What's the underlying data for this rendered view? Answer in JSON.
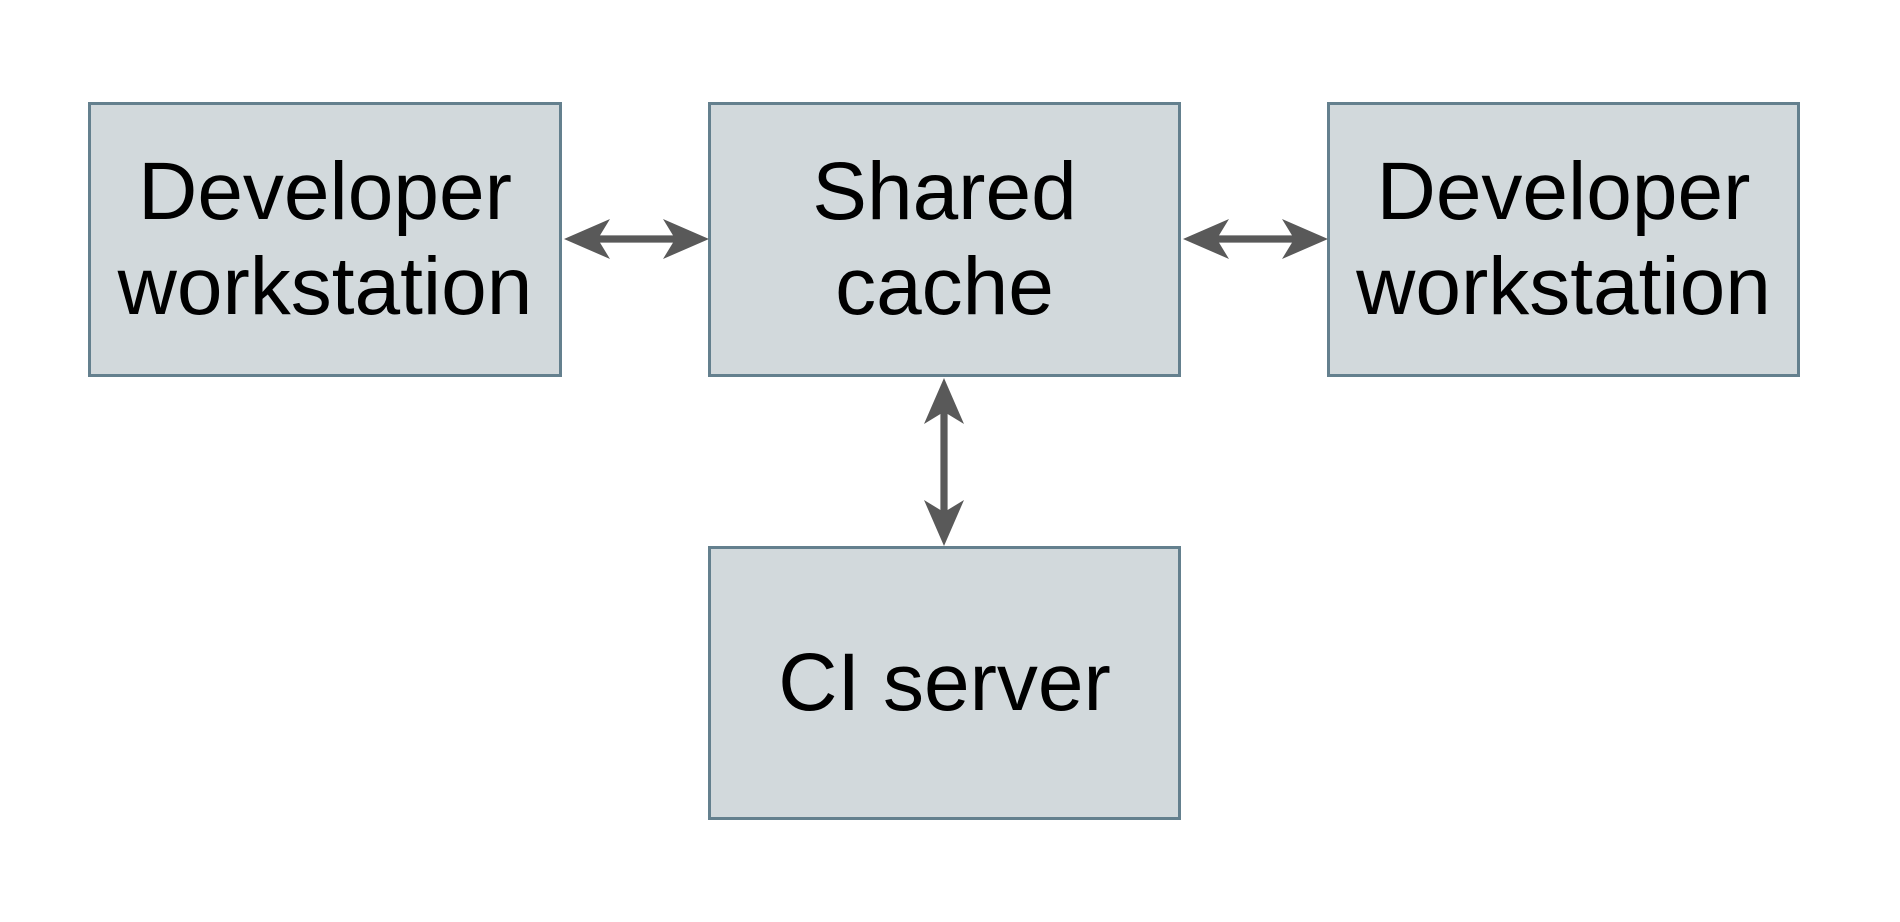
{
  "colors": {
    "background": "#ffffff",
    "node_fill": "#d2d9dc",
    "node_border": "#64808e",
    "arrow": "#595959",
    "text": "#000000"
  },
  "diagram": {
    "type": "architecture-diagram",
    "nodes": [
      {
        "id": "developer-workstation-left",
        "label": "Developer workstation"
      },
      {
        "id": "shared-cache",
        "label": "Shared cache"
      },
      {
        "id": "developer-workstation-right",
        "label": "Developer workstation"
      },
      {
        "id": "ci-server",
        "label": "CI server"
      }
    ],
    "edges": [
      {
        "from": "developer-workstation-left",
        "to": "shared-cache",
        "direction": "bidirectional"
      },
      {
        "from": "shared-cache",
        "to": "developer-workstation-right",
        "direction": "bidirectional"
      },
      {
        "from": "shared-cache",
        "to": "ci-server",
        "direction": "bidirectional"
      }
    ]
  }
}
